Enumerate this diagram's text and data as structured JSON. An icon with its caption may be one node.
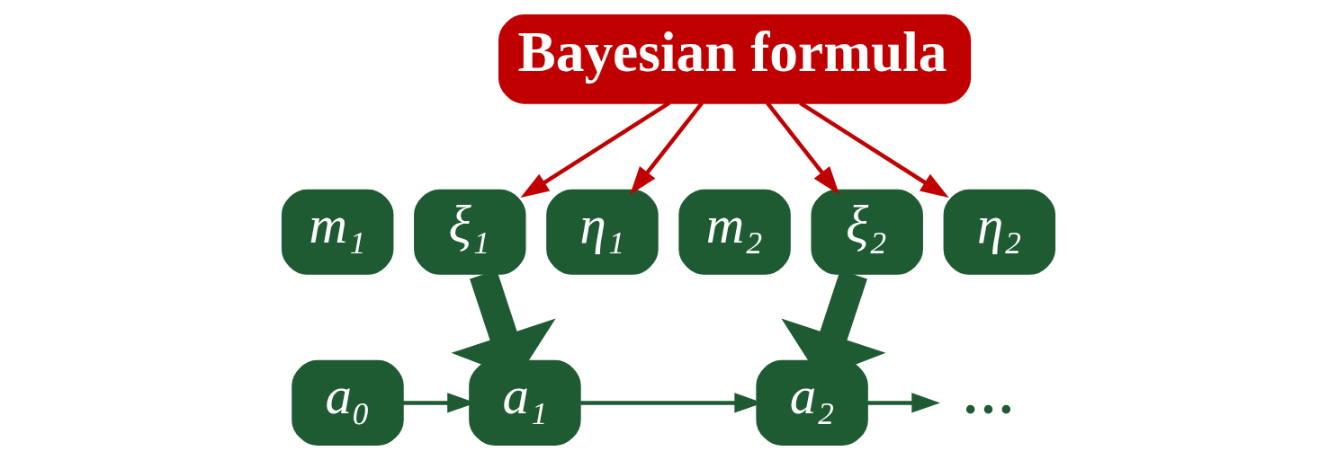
{
  "diagram": {
    "nodes": [
      {
        "text": [
          "Bayesian formula"
        ]
      },
      {
        "text": [
          "m₁"
        ]
      },
      {
        "text": [
          "ξ₁"
        ]
      },
      {
        "text": [
          "η₁"
        ]
      },
      {
        "text": [
          "m₂"
        ]
      },
      {
        "text": [
          "ξ₂"
        ]
      },
      {
        "text": [
          "η₂"
        ]
      },
      {
        "text": [
          "a₀"
        ]
      },
      {
        "text": [
          "a₁"
        ]
      },
      {
        "text": [
          "a₂"
        ]
      },
      {
        "text": [
          "…"
        ]
      }
    ],
    "edges": [
      {
        "from": 0,
        "to": 2,
        "arrow": "to",
        "color": "#c00000"
      },
      {
        "from": 0,
        "to": 3,
        "arrow": "to",
        "color": "#c00000"
      },
      {
        "from": 0,
        "to": 5,
        "arrow": "to",
        "color": "#c00000"
      },
      {
        "from": 0,
        "to": 6,
        "arrow": "to",
        "color": "#c00000"
      },
      {
        "from": 2,
        "to": 8,
        "arrow": "to",
        "style": "thick"
      },
      {
        "from": 5,
        "to": 9,
        "arrow": "to",
        "style": "thick"
      },
      {
        "from": 7,
        "to": 8,
        "arrow": "to"
      },
      {
        "from": 8,
        "to": 9,
        "arrow": "to"
      },
      {
        "from": 9,
        "to": 10,
        "arrow": "to"
      }
    ]
  }
}
